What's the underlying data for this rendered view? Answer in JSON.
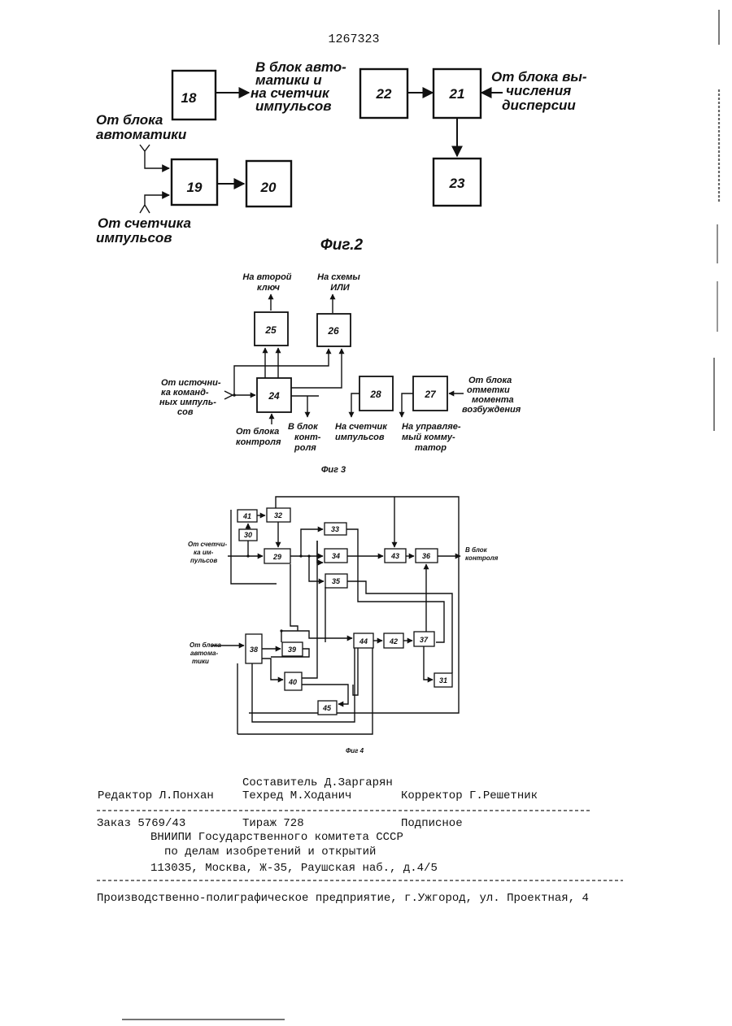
{
  "patent_number": "1267323",
  "fig2": {
    "caption": "Фиг.2",
    "blocks": [
      "18",
      "19",
      "20",
      "21",
      "22",
      "23"
    ],
    "label_to_automation_counter": [
      "В блок авто-",
      "матики и",
      "на счетчик",
      "импульсов"
    ],
    "label_from_dispersion": [
      "От блока вы-",
      "числения",
      "дисперсии"
    ],
    "label_from_automation": [
      "От блока",
      "автоматики"
    ],
    "label_from_counter": [
      "От счетчика",
      "импульсов"
    ]
  },
  "fig3": {
    "caption": "Фиг 3",
    "blocks": [
      "24",
      "25",
      "26",
      "27",
      "28"
    ],
    "label_second_key": [
      "На второй",
      "ключ"
    ],
    "label_or_circuit": [
      "На схемы",
      "ИЛИ"
    ],
    "label_from_cmd_source": [
      "От источни-",
      "ка команд-",
      "ных импуль-",
      "сов"
    ],
    "label_from_control": [
      "От блока",
      "контроля"
    ],
    "label_to_control": [
      "В блок",
      "конт-",
      "роля"
    ],
    "label_to_counter": [
      "На счетчик",
      "импульсов"
    ],
    "label_to_switch": [
      "На управляе-",
      "мый комму-",
      "татор"
    ],
    "label_from_excitation": [
      "От блока",
      "отметки",
      "момента",
      "возбуждения"
    ]
  },
  "fig4": {
    "caption": "Фиг 4",
    "blocks": [
      "29",
      "30",
      "31",
      "32",
      "33",
      "34",
      "35",
      "36",
      "37",
      "38",
      "39",
      "40",
      "41",
      "42",
      "43",
      "44",
      "45"
    ],
    "label_from_counter": [
      "От счетчи-",
      "ка им-",
      "пульсов"
    ],
    "label_from_automation": [
      "От блока",
      "автома-",
      "тики"
    ],
    "label_to_control": [
      "В блок",
      "контроля"
    ]
  },
  "colophon": {
    "compiler": "Составитель Д.Заргарян",
    "editor": "Редактор Л.Понхан",
    "techred": "Техред М.Ходанич",
    "corrector": "Корректор Г.Решетник",
    "order": "Заказ 5769/43",
    "circulation": "Тираж 728",
    "subscription": "Подписное",
    "org_line1": "ВНИИПИ Государственного комитета СССР",
    "org_line2": "по делам изобретений и открытий",
    "org_line3": "113035, Москва, Ж-35, Раушская наб., д.4/5",
    "printer": "Производственно-полиграфическое предприятие, г.Ужгород, ул. Проектная, 4"
  }
}
